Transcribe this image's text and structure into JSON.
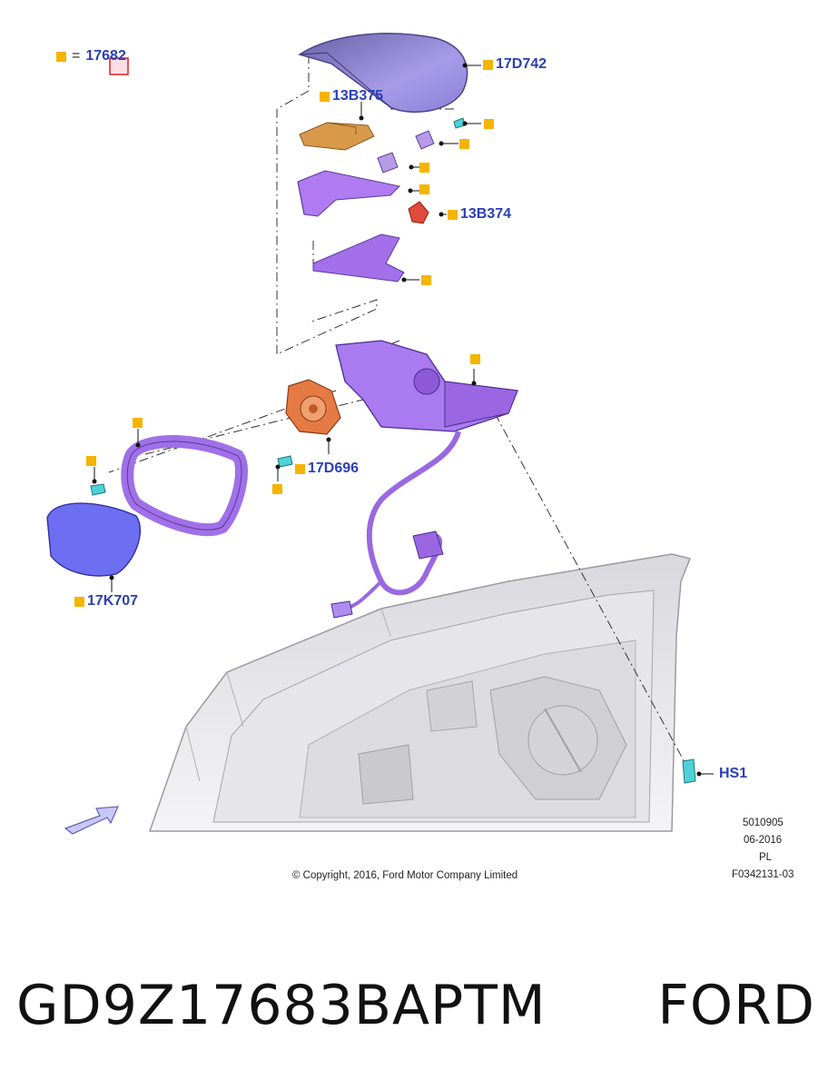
{
  "legend": {
    "equals": "=",
    "ref": "17682"
  },
  "callouts": {
    "cover": "17D742",
    "upper_bracket": "13B375",
    "heater": "13B374",
    "actuator": "17D696",
    "glass": "17K707",
    "screw": "HS1"
  },
  "stamp": {
    "code": "5010905",
    "date": "06-2016",
    "lang": "PL",
    "figure": "F0342131-03"
  },
  "copyright": "© Copyright, 2016, Ford Motor Company Limited",
  "footer": {
    "part_number": "GD9Z17683BAPTM",
    "brand": "FORD"
  },
  "colors": {
    "callout_text": "#2a3fb8",
    "marker": "#f5b400",
    "part_purple": "#a070e8",
    "part_orange": "#e67e3a",
    "glass_blue": "#7070f0",
    "fastener_cyan": "#4fd0d8"
  }
}
